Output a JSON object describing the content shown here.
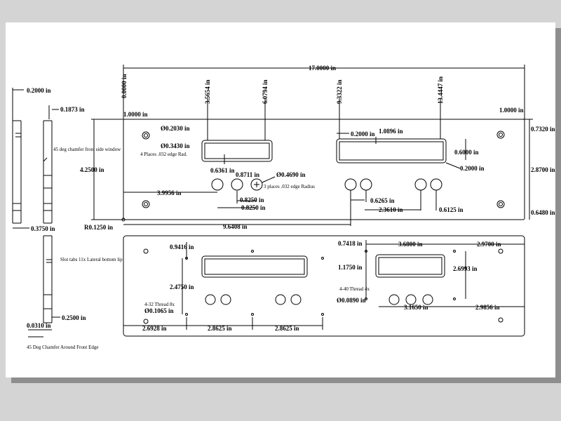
{
  "dims": {
    "overall_width": "17.0000 in",
    "origin_zero": "0.0000 in",
    "lcd1_left": "3.5654 in",
    "lcd1_right": "6.0794 in",
    "lcd2_left": "9.3322 in",
    "lcd2_right": "13.4447 in",
    "side_thickness": "0.2000 in",
    "side_lip": "0.1873 in",
    "edge_offset_left": "1.0000 in",
    "edge_offset_right": "1.0000 in",
    "hole_dia_small": "Ø0.2030 in",
    "hole_dia_large": "Ø0.3430 in",
    "lcd_offset_x": "0.2000 in",
    "lcd_inner_h": "1.0896 in",
    "top_right": "0.7320 in",
    "lcd_height": "0.6000 in",
    "lcd_lip": "0.2000 in",
    "height": "4.2500 in",
    "right_span": "2.8700 in",
    "knob_a": "0.6361 in",
    "knob_b": "0.8711 in",
    "knob_dia": "Ø0.4690 in",
    "left_knob": "3.9956 in",
    "knob_spacing": "0.8250 in",
    "knob_spacing_2": "0.8250 in",
    "btn_y": "0.6265 in",
    "btn_x": "2.3610 in",
    "btn_small": "0.6125 in",
    "bottom_right": "0.6480 in",
    "corner_radius": "R0.1250 in",
    "center_line": "9.6408 in",
    "base_thickness": "0.3750 in",
    "tab_offset": "0.2500 in",
    "tab_edge": "0.0310 in",
    "b_top_left": "0.9416 in",
    "b_lcd_depth": "2.4750 in",
    "b_thread_dia": "Ø0.1065 in",
    "b_span_1": "2.6928 in",
    "b_span_2": "2.8625 in",
    "b_span_3": "2.8625 in",
    "b_hole_y": "0.7418 in",
    "b_center_x": "3.6800 in",
    "b_right_x": "2.9700 in",
    "b_lcd_y": "1.1750 in",
    "b_right_span": "2.6993 in",
    "b_m4_dia": "Ø0.0890 in",
    "b_btn_span": "3.1650 in",
    "b_right_end": "2.9856 in"
  },
  "notes": {
    "mount_chamfer": "45 deg chamfer front side window",
    "places_hole": "4 Places .032 edge Rad.",
    "knob_places": "3 places .032 edge Radius",
    "bottom_tabs": "Slot tabs 11x Lateral bottom lip",
    "thread_note": "4-32 Thread 8x",
    "m4_note": "4-40 Thread 4x",
    "front_edge": "45 Deg Chamfer Around Front Edge"
  }
}
